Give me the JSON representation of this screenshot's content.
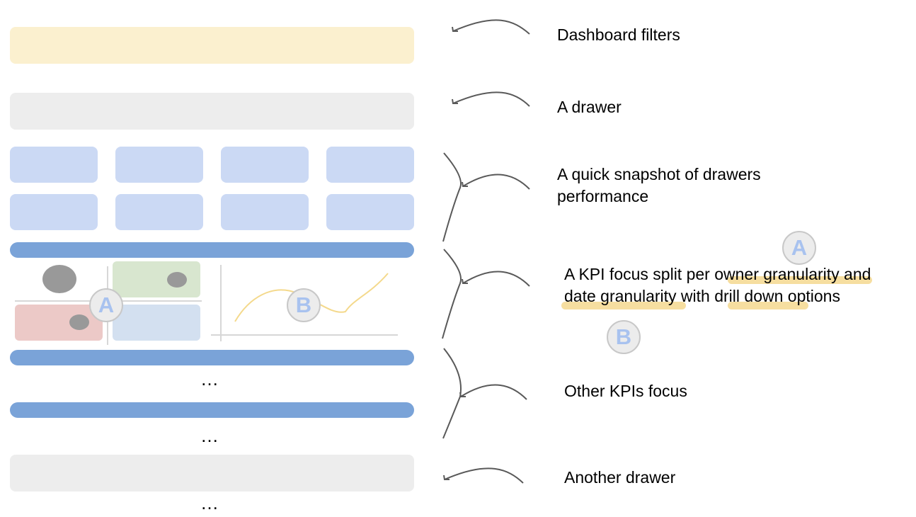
{
  "annotations": {
    "filters": "Dashboard filters",
    "drawer": "A drawer",
    "snapshot_line1": "A quick snapshot of drawers",
    "snapshot_line2": "performance",
    "kpi": {
      "p1": "A KPI focus split per ",
      "p2": "owner granularity",
      "p3": " and",
      "p4": "date granularity",
      "p5": " with ",
      "p6": "drill down",
      "p7": " options"
    },
    "other_kpis": "Other KPIs focus",
    "another_drawer": "Another drawer"
  },
  "badges": {
    "a": "A",
    "b": "B"
  },
  "ellipsis": "…",
  "colors": {
    "filters": "#fbf0cf",
    "drawer": "#ededed",
    "tile": "#cbd9f4",
    "divider": "#7aa3d8",
    "highlight": "#f6dea0",
    "quadrant_red": "#ecc9c7",
    "quadrant_green": "#d8e6cf",
    "quadrant_blue": "#d3e0f0",
    "line": "#f4d98c"
  }
}
